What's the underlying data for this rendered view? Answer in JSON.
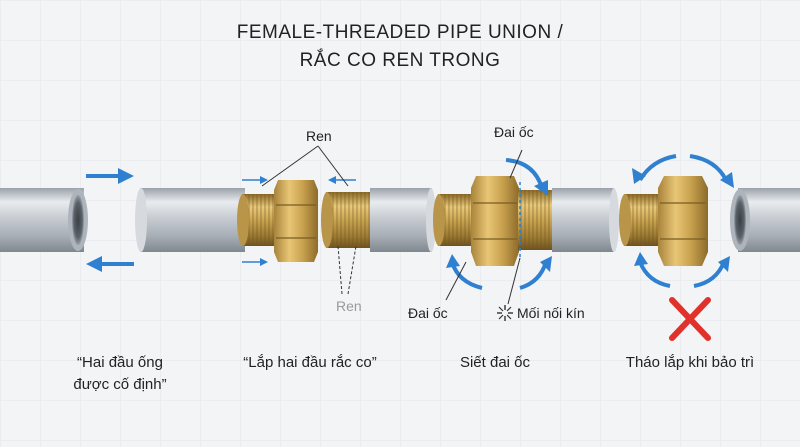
{
  "title": {
    "line1": "FEMALE-THREADED PIPE UNION /",
    "line2": "RẮC CO REN TRONG"
  },
  "labels": {
    "ren_top": "Ren",
    "ren_bottom": "Ren",
    "dai_oc_top": "Đai ốc",
    "dai_oc_bottom": "Đai ốc",
    "moi_noi_kin": "Mối nối kín"
  },
  "captions": {
    "step1_line1": "“Hai đầu ống",
    "step1_line2": "được cố định”",
    "step2": "“Lắp hai đầu rắc co”",
    "step3": "Siết đai ốc",
    "step4": "Tháo lắp khi bảo trì"
  },
  "icons": {
    "arrow": "arrow-icon",
    "rotation": "rotation-arrow-icon",
    "sparkle": "sparkle-icon",
    "cross": "cross-icon"
  },
  "colors": {
    "arrow_blue": "#2f80d0",
    "brass": "#c9a552",
    "pipe": "#c6cbd1",
    "cross_red": "#e0312b"
  }
}
